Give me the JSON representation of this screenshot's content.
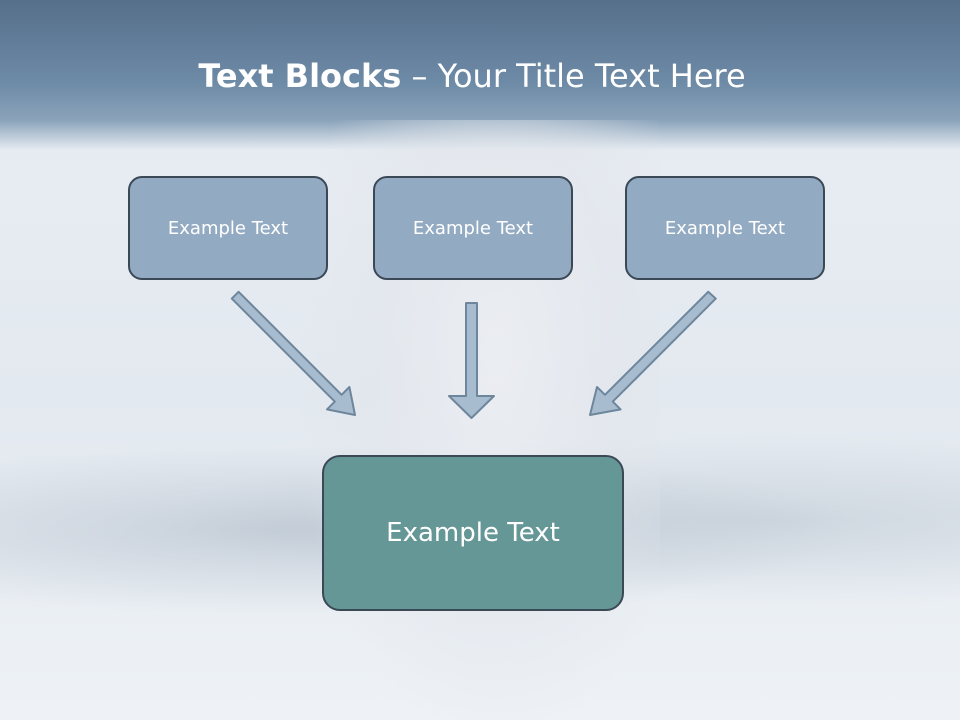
{
  "slide": {
    "title_bold": "Text Blocks",
    "title_separator": " – ",
    "title_rest": "Your Title Text Here"
  },
  "blocks": {
    "top": [
      {
        "label": "Example Text"
      },
      {
        "label": "Example Text"
      },
      {
        "label": "Example Text"
      }
    ],
    "bottom": {
      "label": "Example Text"
    }
  },
  "colors": {
    "header": "#6d8aa6",
    "top_box_fill": "#93abc2",
    "bottom_box_fill": "#669797",
    "box_border": "#3b4856",
    "arrow_fill": "#a7bccf",
    "arrow_stroke": "#6e869c"
  }
}
